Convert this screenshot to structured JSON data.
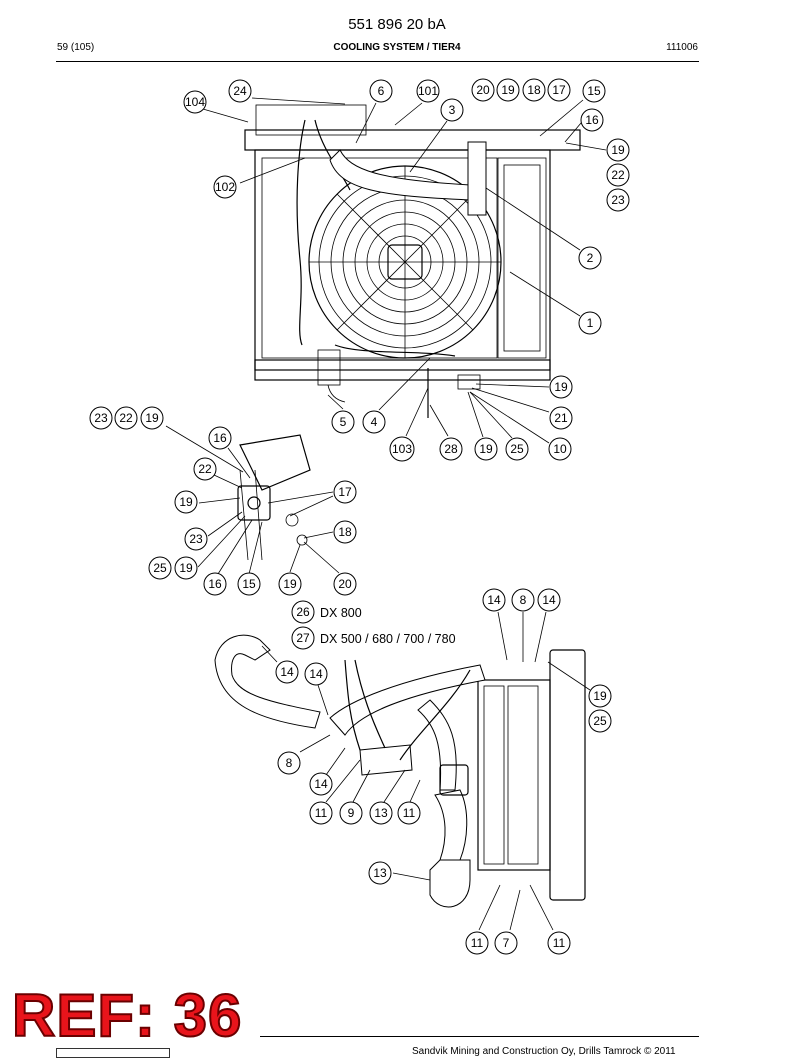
{
  "header": {
    "doc_number": "551 896 20 bA",
    "page": "59 (105)",
    "section_title": "COOLING SYSTEM / TIER4",
    "code": "111006"
  },
  "callouts": {
    "top": [
      "24",
      "104",
      "6",
      "101",
      "3",
      "20",
      "19",
      "18",
      "17",
      "15",
      "16",
      "19",
      "22",
      "23",
      "102",
      "2",
      "1",
      "19",
      "21",
      "10",
      "5",
      "4",
      "103",
      "28",
      "19",
      "25"
    ],
    "middle": [
      "23",
      "22",
      "19",
      "16",
      "22",
      "19",
      "17",
      "18",
      "23",
      "25",
      "19",
      "16",
      "15",
      "19",
      "20"
    ],
    "bottom": [
      "26",
      "27",
      "14",
      "8",
      "14",
      "14",
      "14",
      "8",
      "14",
      "19",
      "25",
      "11",
      "9",
      "13",
      "11",
      "13",
      "11",
      "7",
      "11"
    ]
  },
  "variants": {
    "dx800": "DX 800",
    "dx_others": "DX 500 / 680 / 700 / 780"
  },
  "stamp": "REF: 36",
  "footer": "Sandvik Mining and Construction Oy, Drills Tamrock © 2011"
}
